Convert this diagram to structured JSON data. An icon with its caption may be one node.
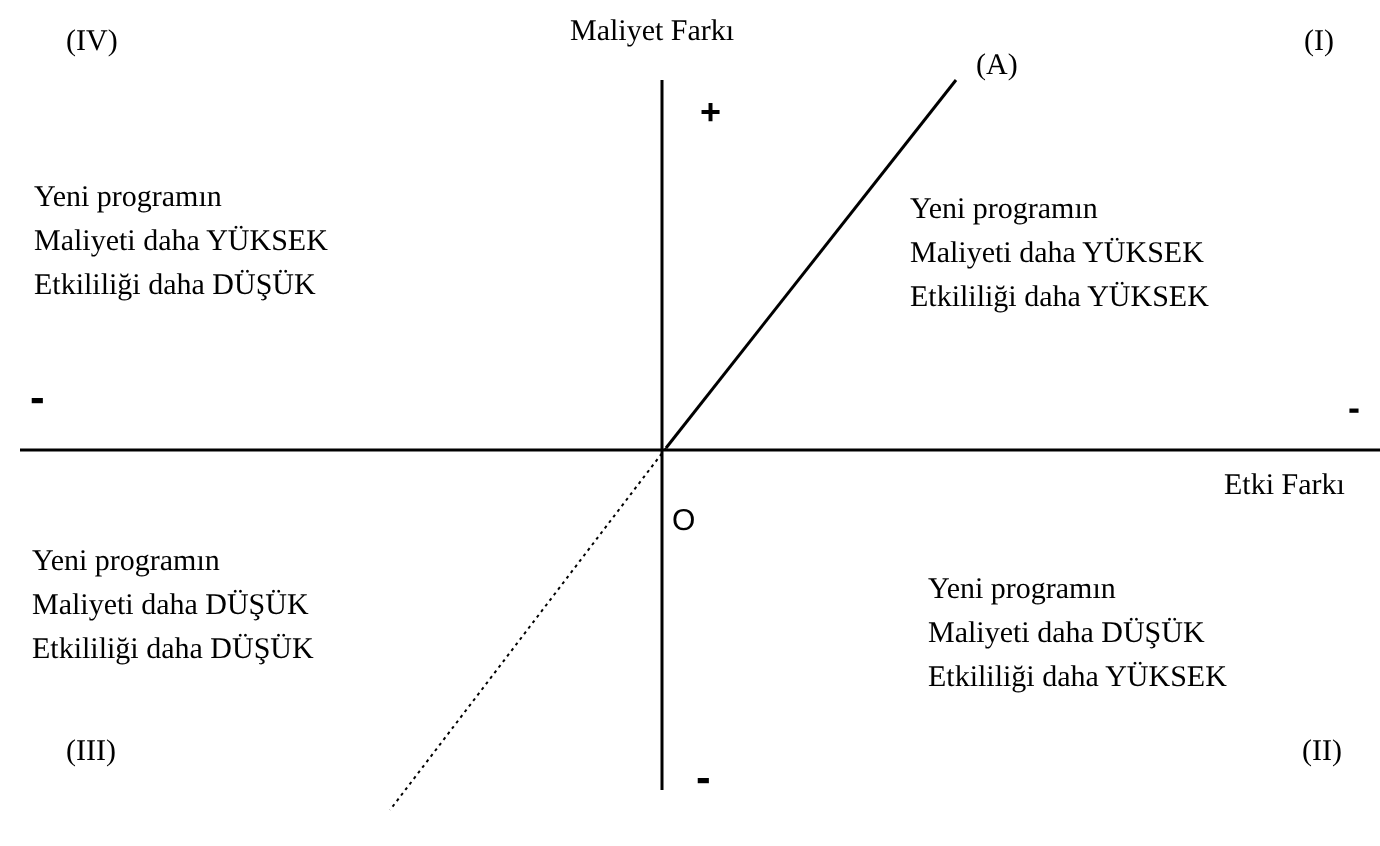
{
  "diagram": {
    "labels": [
      "(IV)",
      "Maliyet Farkı",
      "(A)",
      "(I)",
      "+",
      "Yeni programın Maliyeti daha YÜKSEK Etkililiği daha DÜŞÜK",
      "Yeni programın Maliyeti daha YÜKSEK Etkililiği daha YÜKSEK",
      "-",
      "-",
      "Etki Farkı",
      "O",
      "Yeni programın Maliyeti daha DÜŞÜK Etkililiği daha DÜŞÜK",
      "Yeni programın Maliyeti daha DÜŞÜK Etkililiği daha YÜKSEK",
      "(III)",
      "(II)",
      "-"
    ]
  }
}
